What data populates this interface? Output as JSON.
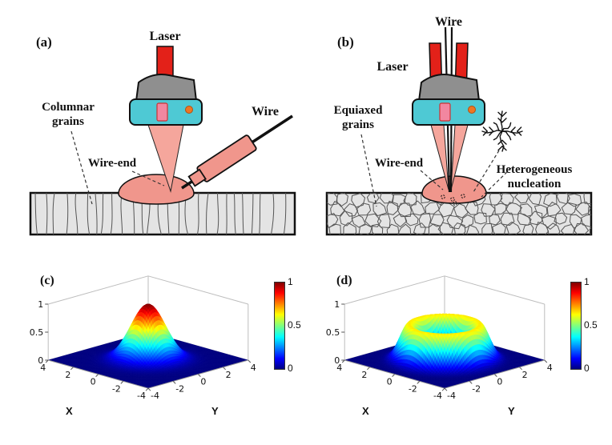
{
  "panels": {
    "a": {
      "tag": "(a)",
      "laser_label": "Laser",
      "wire_label": "Wire",
      "wire_end_label": "Wire-end",
      "grains_lines": [
        "Columnar",
        "grains"
      ]
    },
    "b": {
      "tag": "(b)",
      "laser_label": "Laser",
      "wire_label": "Wire",
      "wire_end_label": "Wire-end",
      "grains_lines": [
        "Equiaxed",
        "grains"
      ],
      "nucleation_lines": [
        "Heterogeneous",
        "nucleation"
      ]
    },
    "c": {
      "tag": "(c)"
    },
    "d": {
      "tag": "(d)"
    }
  },
  "colors": {
    "laser_red": "#e32119",
    "beam_salmon": "#f5a69c",
    "melt_pool": "#f0968c",
    "head_teal": "#4ec9d4",
    "head_gray": "#8f8f8f",
    "substrate_gray": "#e4e4e4",
    "accent_orange": "#ee7623",
    "inner_pink": "#f287a0"
  },
  "chart_data": [
    {
      "type": "surface",
      "panel": "c",
      "surface_kind": "gaussian",
      "description": "Gaussian laser beam intensity profile",
      "formula": "z = exp(-(x^2+y^2)/2)",
      "amplitude": 1,
      "sigma": 1,
      "x_range": [
        -4,
        4
      ],
      "y_range": [
        -4,
        4
      ],
      "z_range": [
        0,
        1
      ],
      "x_ticks": [
        4,
        2,
        0,
        -2,
        -4
      ],
      "y_ticks": [
        -4,
        -2,
        0,
        2,
        4
      ],
      "z_ticks": [
        0,
        0.5,
        1
      ],
      "xlabel": "X",
      "ylabel": "Y",
      "colormap": "jet",
      "grid": false,
      "colorbar": {
        "min": 0,
        "max": 1,
        "ticks": [
          "1",
          "0.5",
          "0"
        ]
      }
    },
    {
      "type": "surface",
      "panel": "d",
      "surface_kind": "ring",
      "description": "Annular (ring-shaped) laser beam intensity profile",
      "formula": "z = A*exp(-((r-r0)^2)/(2*s^2))",
      "amplitude": 0.65,
      "ring_radius": 2,
      "ring_sigma": 0.55,
      "x_range": [
        -4,
        4
      ],
      "y_range": [
        -4,
        4
      ],
      "z_range": [
        0,
        1
      ],
      "x_ticks": [
        4,
        2,
        0,
        -2,
        -4
      ],
      "y_ticks": [
        -4,
        -2,
        0,
        2,
        4
      ],
      "z_ticks": [
        0,
        0.5,
        1
      ],
      "xlabel": "X",
      "ylabel": "Y",
      "colormap": "jet",
      "grid": false,
      "colorbar": {
        "min": 0,
        "max": 1,
        "ticks": [
          "1",
          "0.5",
          "0"
        ]
      }
    }
  ]
}
